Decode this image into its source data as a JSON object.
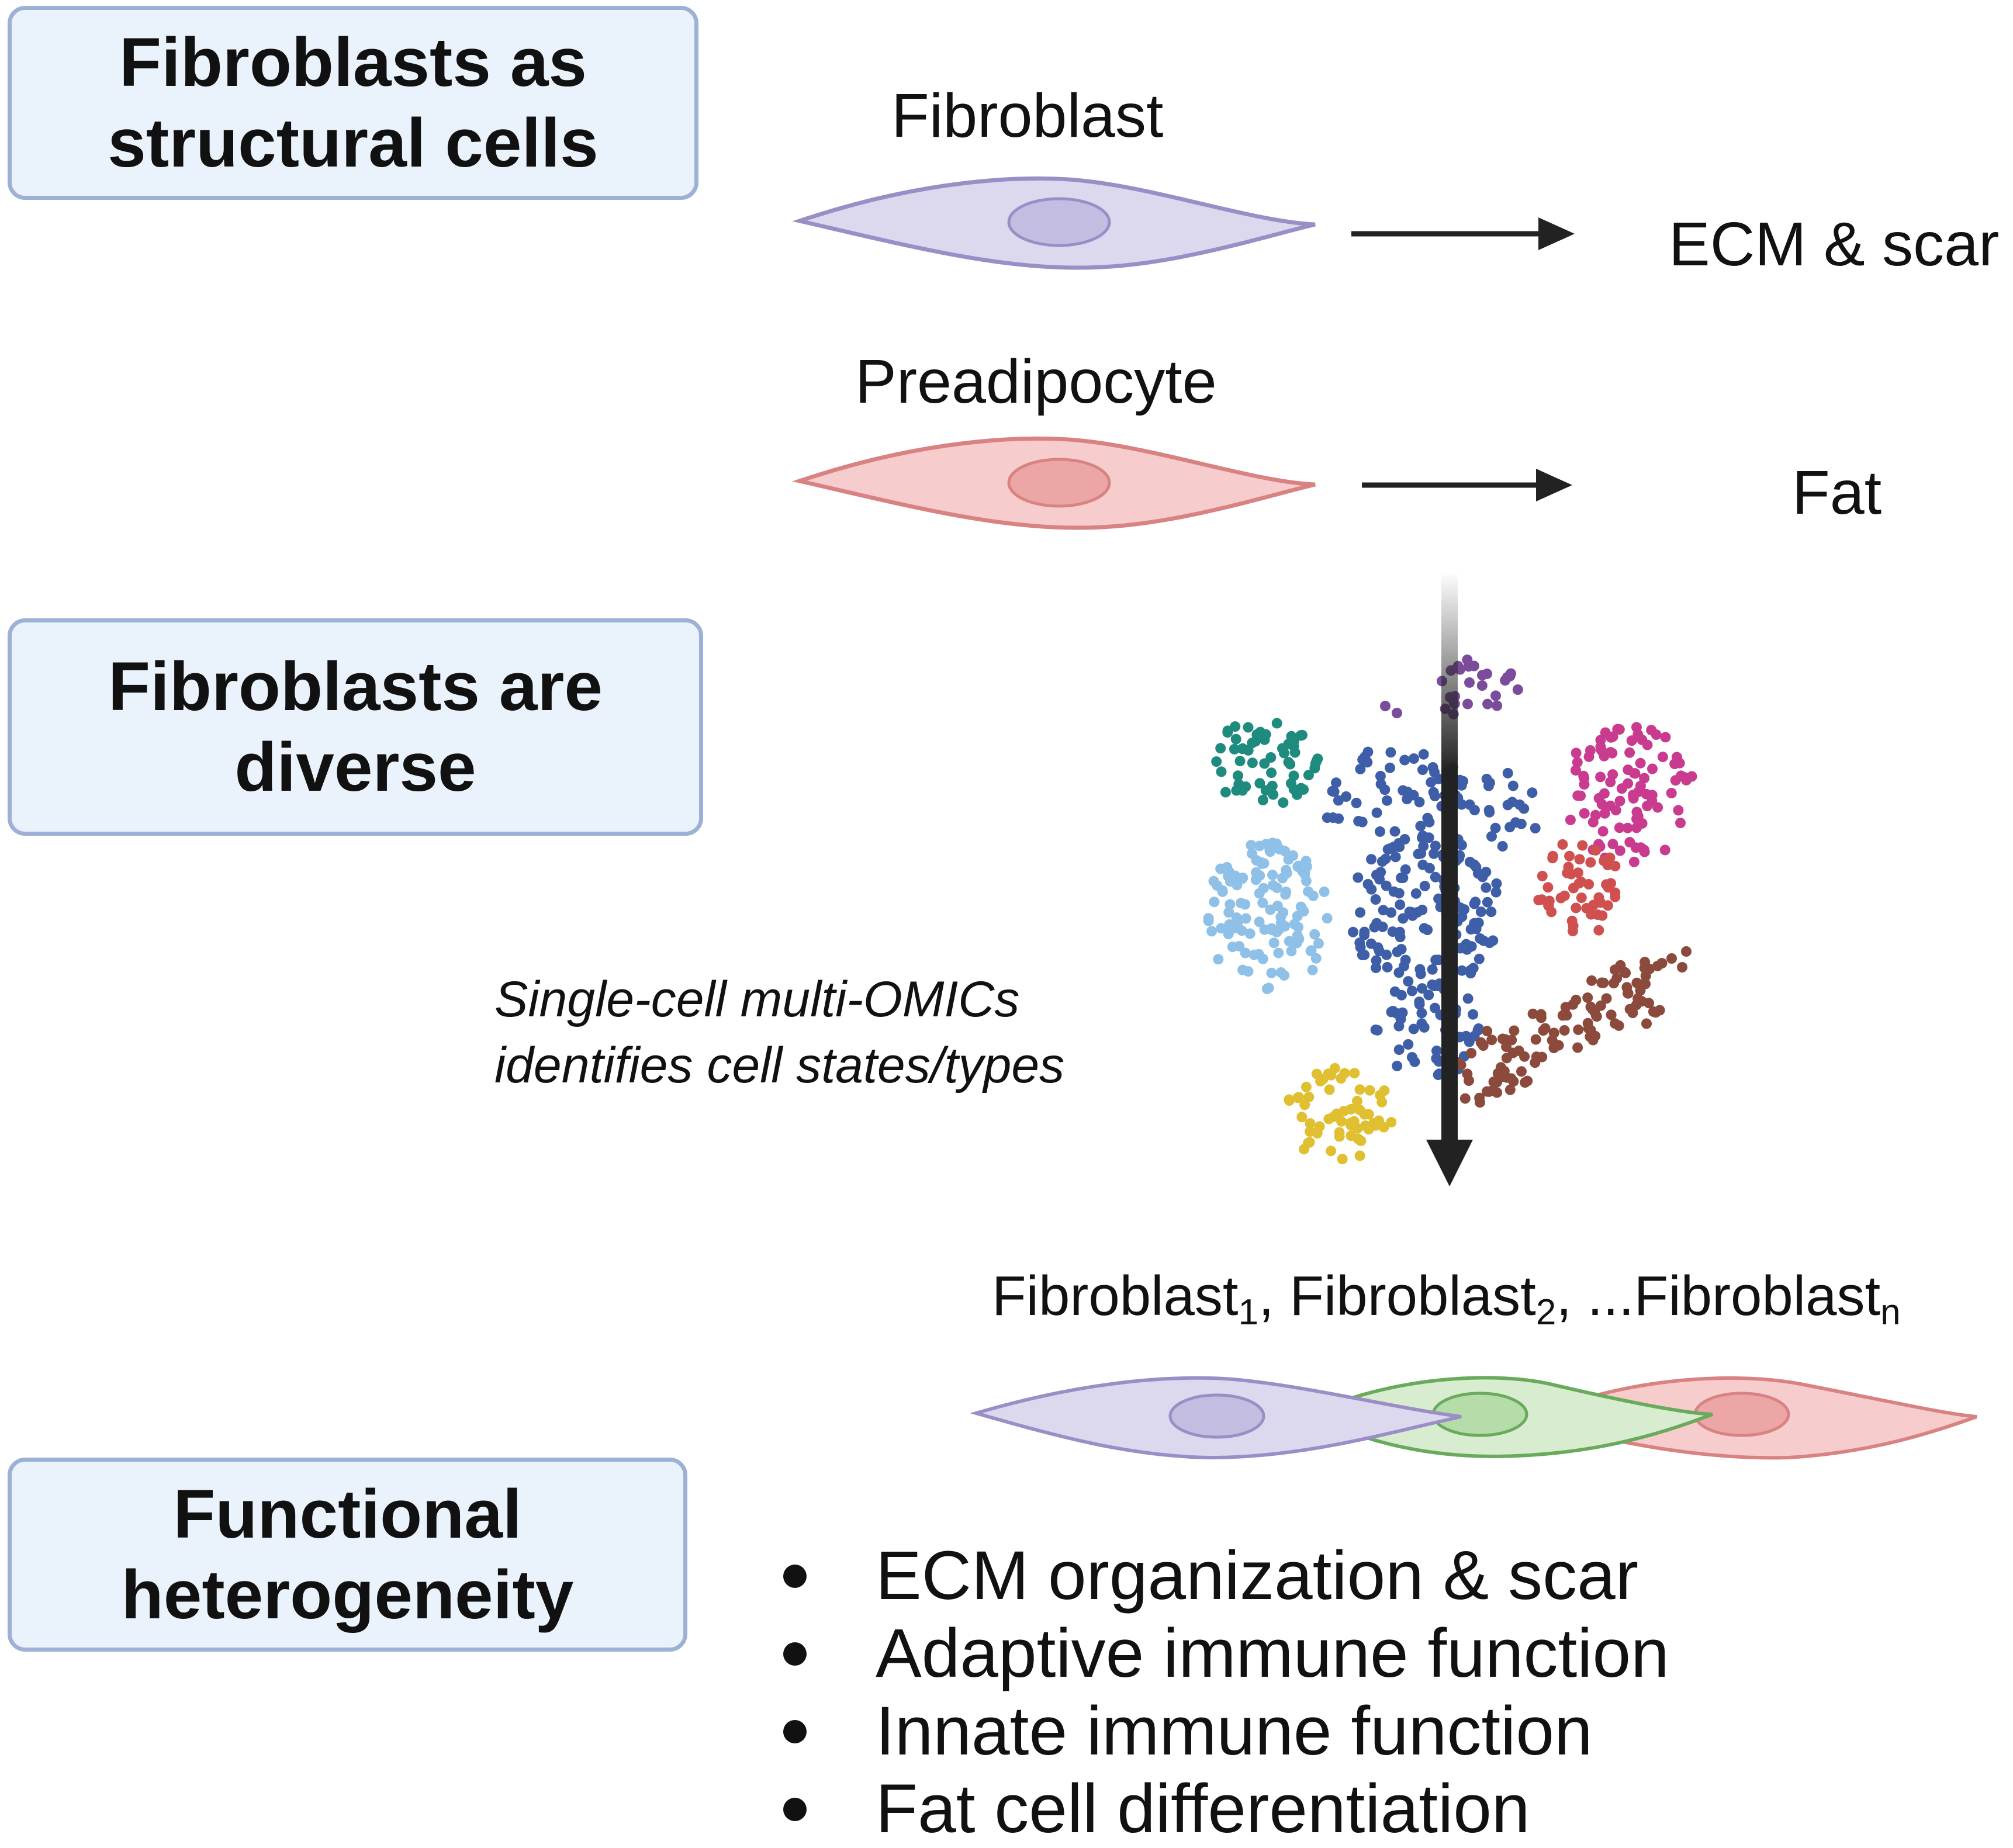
{
  "boxes": {
    "structural": [
      "Fibroblasts as",
      "structural cells"
    ],
    "diverse": [
      "Fibroblasts are",
      "diverse"
    ],
    "functional": [
      "Functional",
      "heterogeneity"
    ]
  },
  "cells": {
    "fibroblast_label": "Fibroblast",
    "fibroblast_product": "ECM & scar",
    "preadipocyte_label": "Preadipocyte",
    "preadipocyte_product": "Fat"
  },
  "omics": {
    "line1": "Single-cell multi-OMICs",
    "line2": "identifies cell states/types"
  },
  "subtypes": {
    "base": "Fibroblast",
    "sub1": "1",
    "sep1": ", ",
    "sub2": "2",
    "sep2": ", ...",
    "subn": "n"
  },
  "functions": [
    "ECM organization & scar",
    "Adaptive immune function",
    "Innate immune function",
    "Fat cell differentiation"
  ],
  "colors": {
    "fibroblast": "#dcd8ee",
    "fibroblast_stroke": "#9b8ec7",
    "preadipocyte": "#f6cccc",
    "preadipocyte_stroke": "#d88282",
    "green_cell": "#d8ecd0",
    "green_stroke": "#6aaa5c",
    "box_fill": "#eaf3fb",
    "box_border": "#9db1d6",
    "clusters": [
      "#7b4c9c",
      "#1f8a7e",
      "#3e5fa8",
      "#8ec0e8",
      "#c93b8e",
      "#d05050",
      "#8b4a3c",
      "#e0c030"
    ]
  }
}
